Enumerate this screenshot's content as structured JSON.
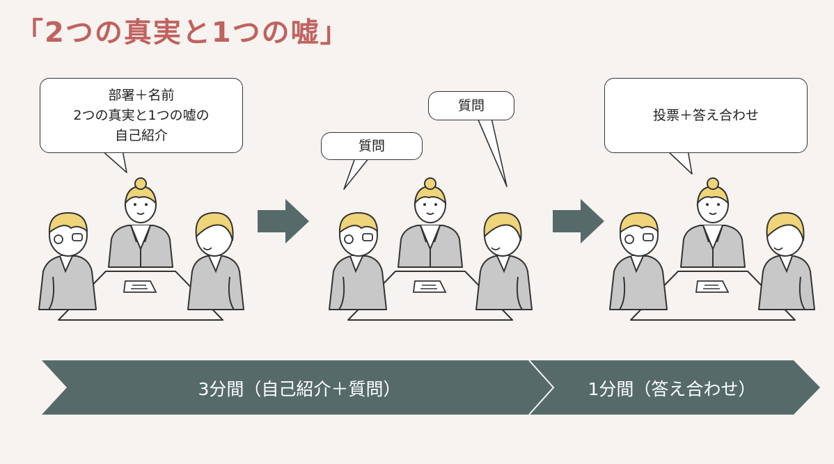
{
  "title": "「2つの真実と1つの嘘」",
  "bubbles": {
    "intro": [
      "部署＋名前",
      "2つの真実と1つの嘘の",
      "自己紹介"
    ],
    "question_left": "質問",
    "question_right": "質問",
    "answer": "投票＋答え合わせ"
  },
  "phases": {
    "first": "3分間（自己紹介＋質問）",
    "second": "1分間（答え合わせ）"
  },
  "colors": {
    "title": "#c0625f",
    "arrow": "#566a6a",
    "hair": "#f0d47a",
    "suit": "#c8c8c8",
    "background": "#f6f3f0"
  },
  "icons": [
    "meeting-scene",
    "right-arrow-icon",
    "chevron-banner"
  ]
}
